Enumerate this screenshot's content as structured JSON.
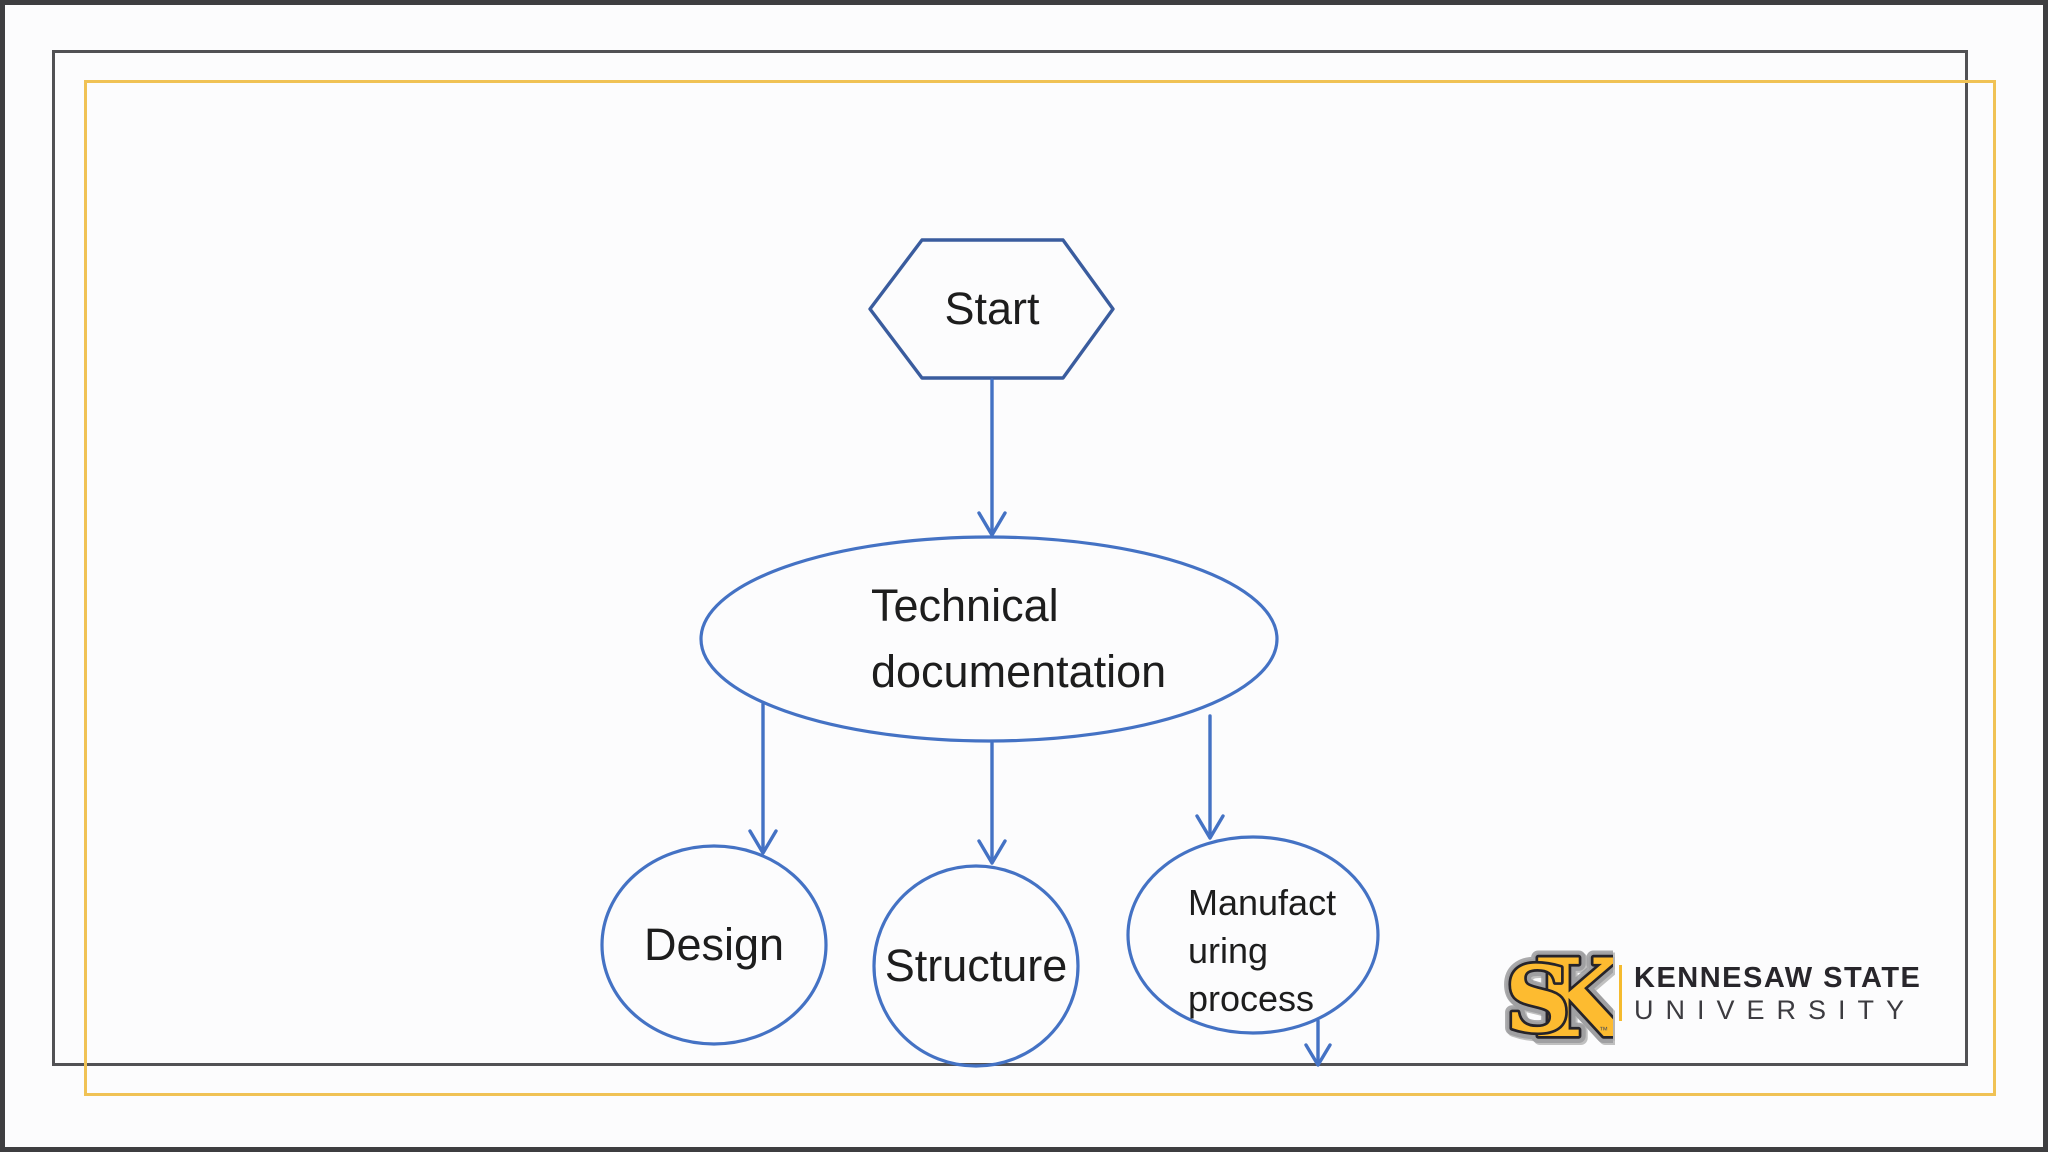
{
  "slide": {
    "type": "presentation-slide-flowchart",
    "background": "#fcfcfd"
  },
  "frame": {
    "colors": {
      "outer_border": "#3e3e40",
      "inner_gray_border": "#515154",
      "inner_gold_border": "#f0c255"
    }
  },
  "diagram": {
    "colors": {
      "shape_stroke": "#4472c4",
      "hexagon_stroke": "#3a5c9e",
      "text": "#1d1d1d"
    },
    "nodes": {
      "start": {
        "shape": "hexagon",
        "label": "Start"
      },
      "technical_documentation": {
        "shape": "ellipse",
        "label": "Technical documentation",
        "lines": [
          "Technical",
          "documentation"
        ]
      },
      "design": {
        "shape": "circle",
        "label": "Design"
      },
      "structure": {
        "shape": "circle",
        "label": "Structure"
      },
      "manufacturing_process": {
        "shape": "circle",
        "label": "Manufacturing process",
        "lines": [
          "Manufact",
          "uring",
          "process"
        ]
      }
    },
    "edges": [
      "start -> technical_documentation",
      "technical_documentation -> design",
      "technical_documentation -> structure",
      "technical_documentation -> manufacturing_process",
      "manufacturing_process -> (down, off-diagram)"
    ]
  },
  "logo": {
    "monogram_k": "K",
    "monogram_s": "S",
    "trademark": "™",
    "line1": "KENNESAW STATE",
    "line2": "UNIVERSITY",
    "colors": {
      "gold": "#fdbb30",
      "outline": "#26242a",
      "text_dark": "#28262b",
      "text_gray": "#3c3b40"
    }
  }
}
